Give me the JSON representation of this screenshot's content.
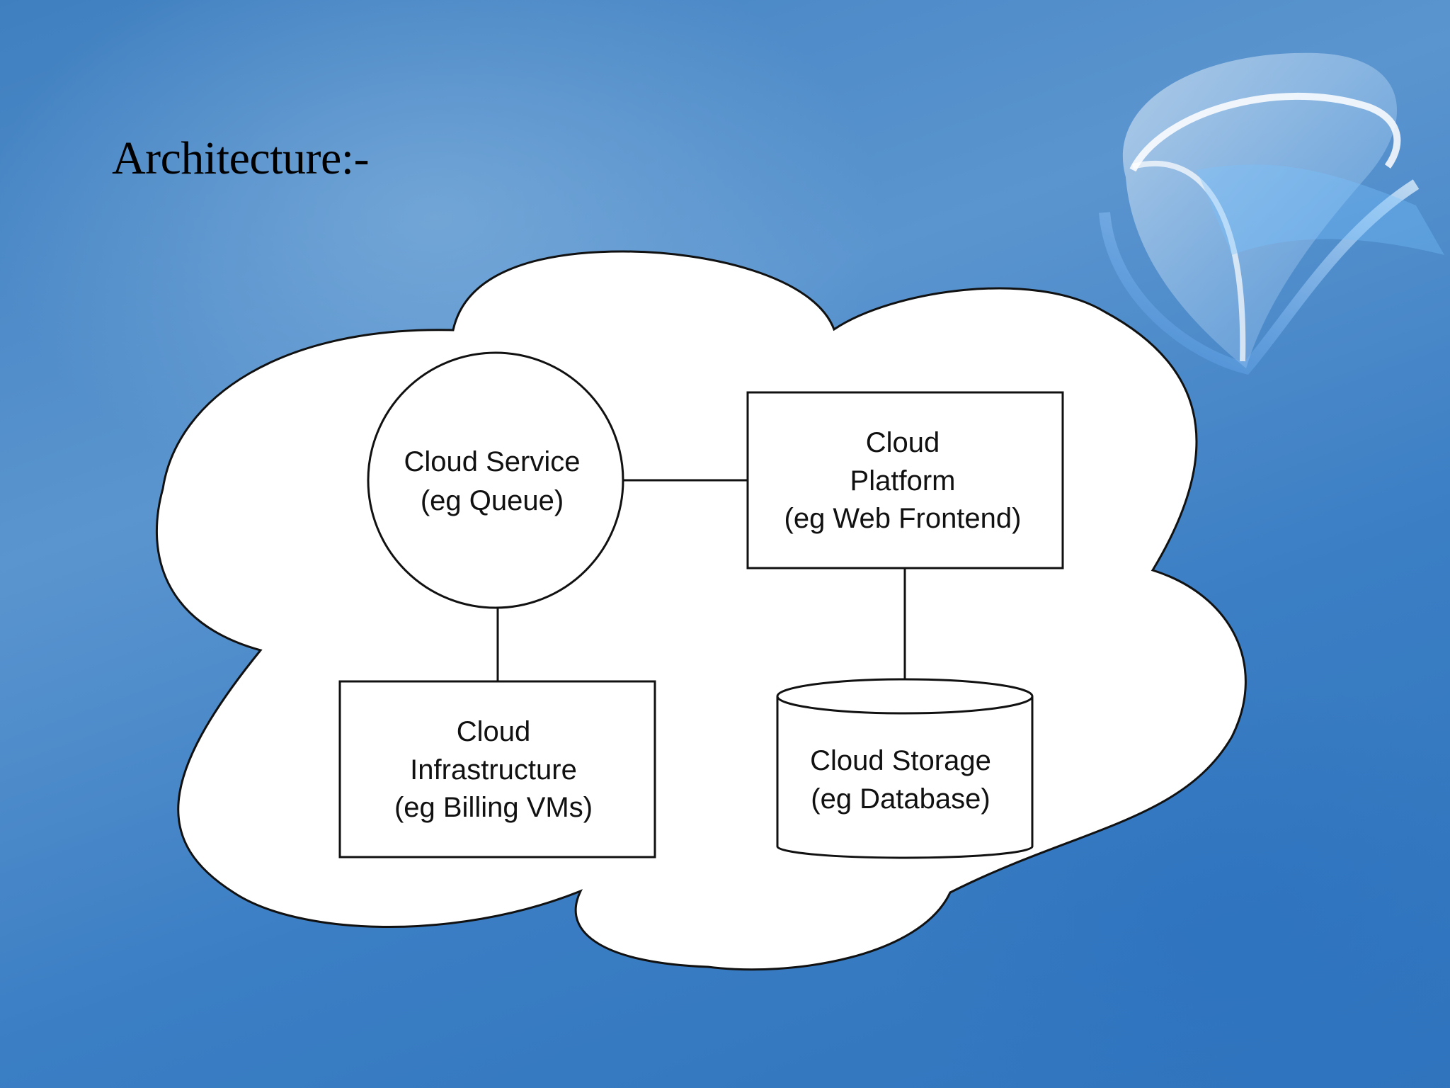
{
  "slide": {
    "title": "Architecture:-"
  },
  "diagram": {
    "nodes": {
      "cloud_service": {
        "line1": "Cloud Service",
        "line2": "(eg Queue)"
      },
      "cloud_platform": {
        "line1": "Cloud",
        "line2": "Platform",
        "line3": "(eg Web Frontend)"
      },
      "cloud_infrastructure": {
        "line1": "Cloud",
        "line2": "Infrastructure",
        "line3": "(eg Billing VMs)"
      },
      "cloud_storage": {
        "line1": "Cloud Storage",
        "line2": "(eg Database)"
      }
    },
    "edges": [
      [
        "cloud_service",
        "cloud_platform"
      ],
      [
        "cloud_service",
        "cloud_infrastructure"
      ],
      [
        "cloud_platform",
        "cloud_storage"
      ]
    ]
  },
  "colors": {
    "background": "#3f7fc0",
    "cloud_fill": "#ffffff",
    "stroke": "#111111"
  },
  "decoration": {
    "logo": "swirl-logo-icon"
  }
}
